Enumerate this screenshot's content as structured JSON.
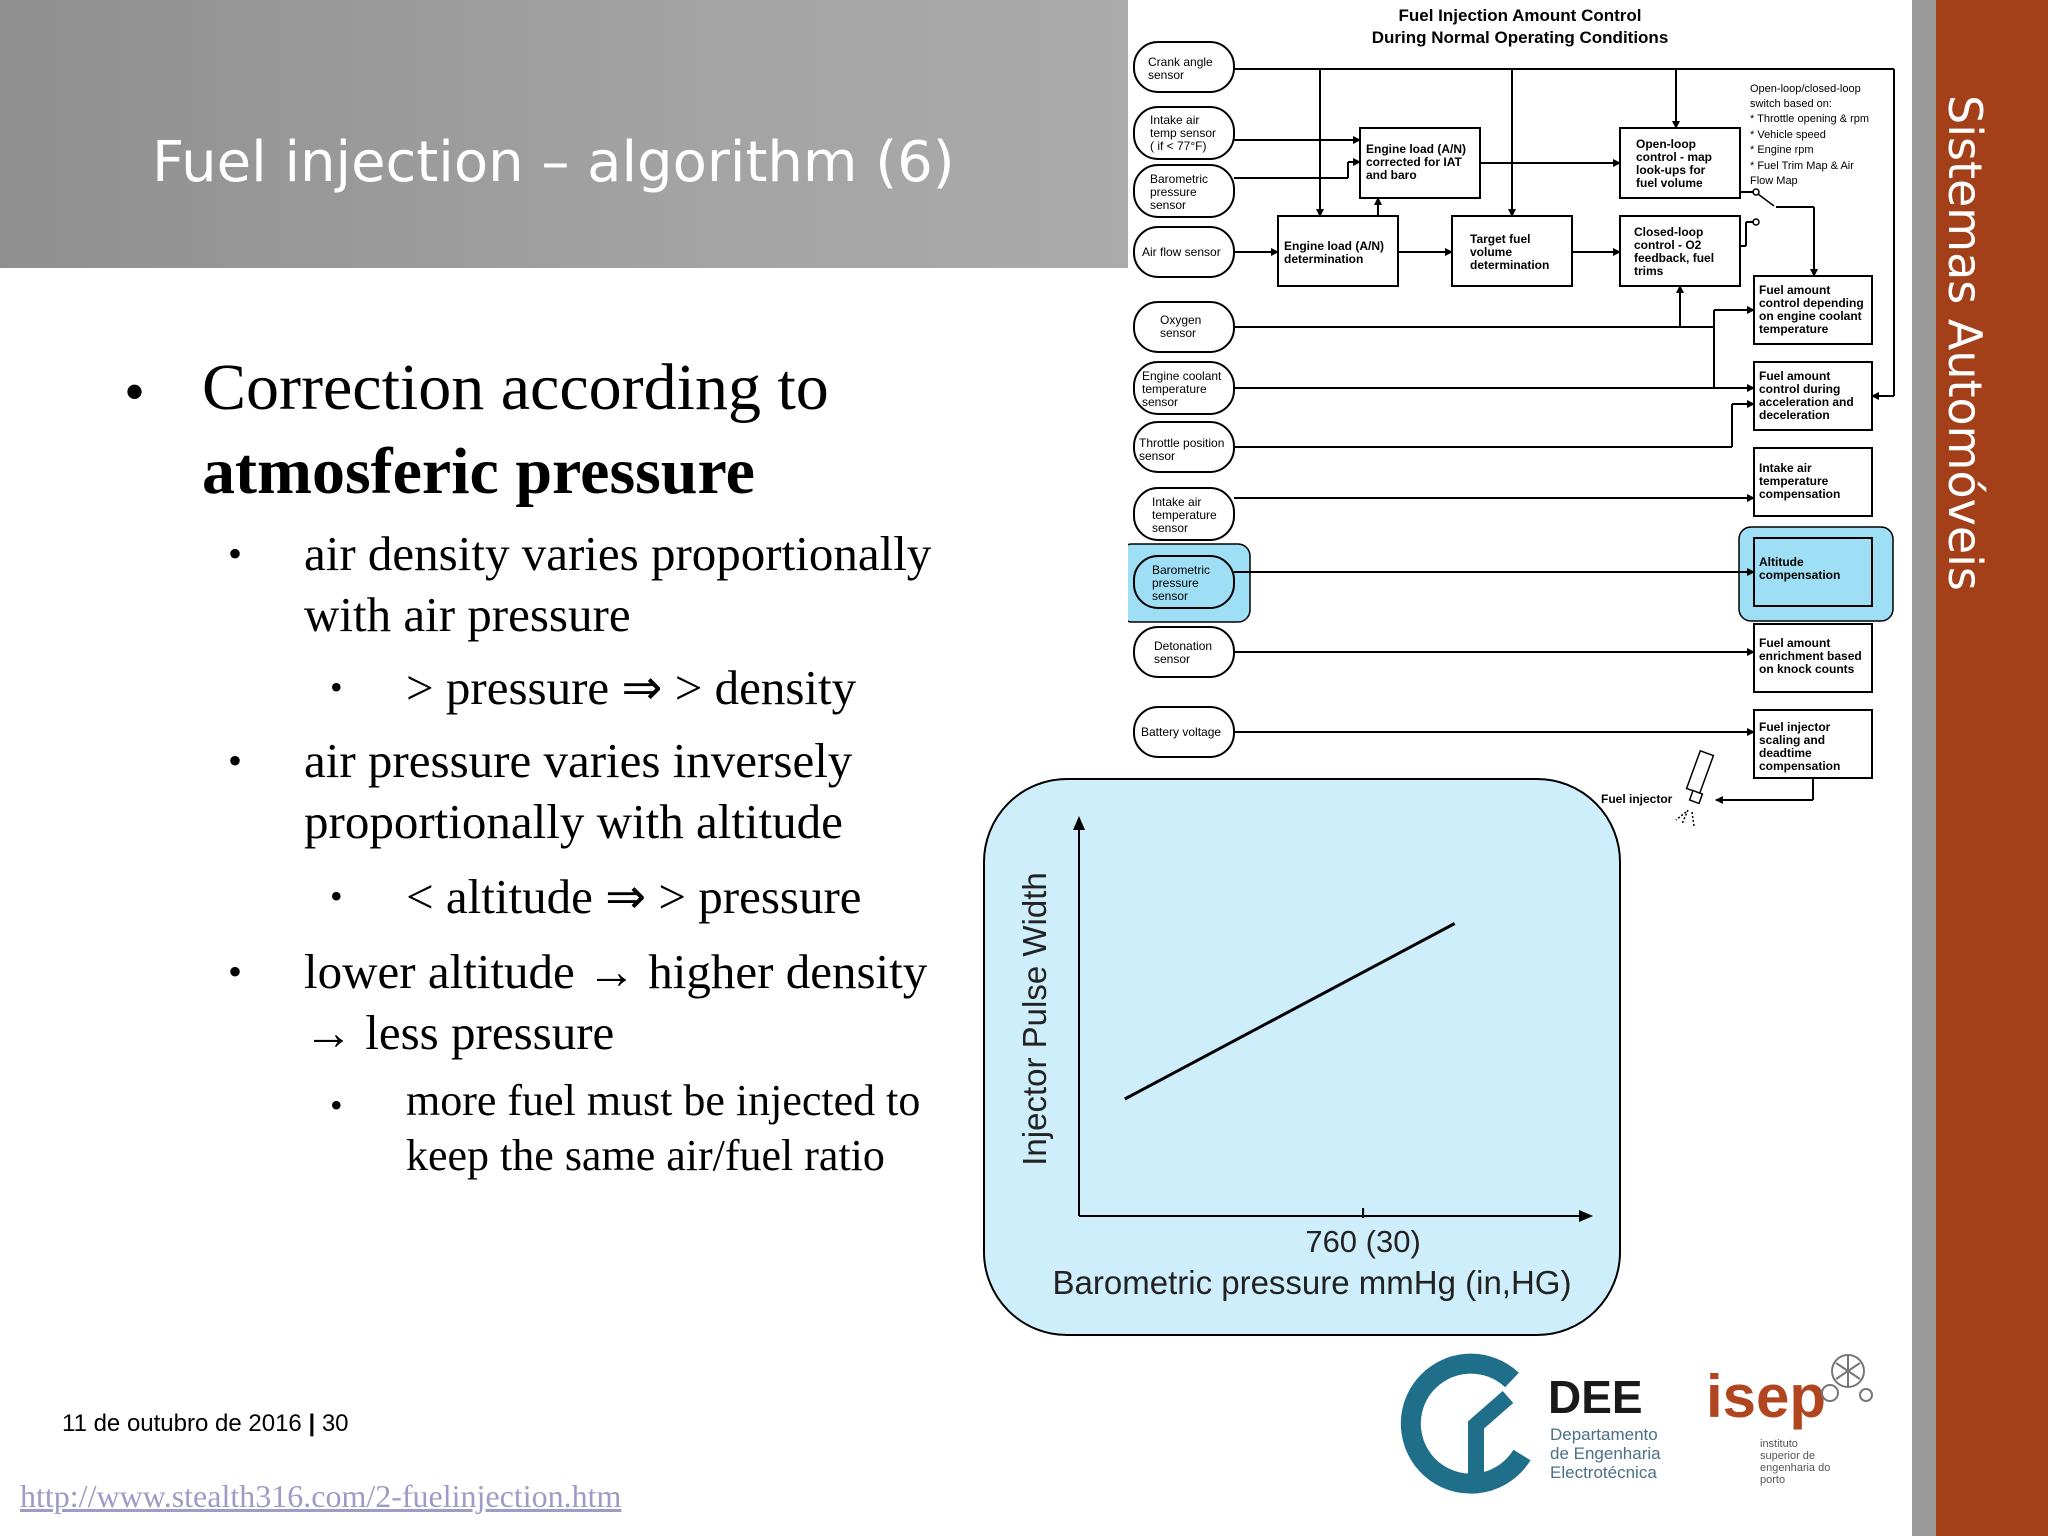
{
  "slide": {
    "title": "Fuel injection – algorithm (6)",
    "sidebar_label": "Sistemas Automóveis",
    "date": "11 de outubro de 2016",
    "separator": "|",
    "page_number": "30",
    "source_url": "http://www.stealth316.com/2-fuelinjection.htm"
  },
  "bullets": {
    "b1_line1": "Correction according to",
    "b1_line2": "atmosferic pressure",
    "b1a_line1": "air density varies proportionally",
    "b1a_line2": "with air pressure",
    "b1a1": "> pressure ⇒ > density",
    "b1b_line1": "air pressure varies inversely",
    "b1b_line2": "proportionally with altitude",
    "b1b1": "< altitude ⇒ > pressure",
    "b1c_line1": "lower altitude → higher density",
    "b1c_line2": "→ less pressure",
    "b1c1_line1": "more fuel must be injected to",
    "b1c1_line2": "keep the same air/fuel ratio"
  },
  "diagram": {
    "title_line1": "Fuel Injection Amount Control",
    "title_line2": "During Normal Operating Conditions",
    "sensors": [
      {
        "l1": "Crank angle",
        "l2": "sensor",
        "l3": ""
      },
      {
        "l1": "Intake air",
        "l2": "temp sensor",
        "l3": "( if < 77°F)"
      },
      {
        "l1": "Barometric",
        "l2": "pressure",
        "l3": "sensor"
      },
      {
        "l1": "Air flow sensor",
        "l2": "",
        "l3": ""
      },
      {
        "l1": "Oxygen",
        "l2": "sensor",
        "l3": ""
      },
      {
        "l1": "Engine coolant",
        "l2": "temperature",
        "l3": "sensor"
      },
      {
        "l1": "Throttle position",
        "l2": "sensor",
        "l3": ""
      },
      {
        "l1": "Intake air",
        "l2": "temperature",
        "l3": "sensor"
      },
      {
        "l1": "Barometric",
        "l2": "pressure",
        "l3": "sensor"
      },
      {
        "l1": "Detonation",
        "l2": "sensor",
        "l3": ""
      },
      {
        "l1": "Battery voltage",
        "l2": "",
        "l3": ""
      }
    ],
    "engine_load_corrected": [
      "Engine load (A/N)",
      "corrected for IAT",
      "and baro"
    ],
    "engine_load_determination": [
      "Engine load (A/N)",
      "determination"
    ],
    "target_fuel": [
      "Target fuel",
      "volume",
      "determination"
    ],
    "open_loop": [
      "Open-loop",
      "control - map",
      "look-ups for",
      "fuel volume"
    ],
    "closed_loop": [
      "Closed-loop",
      "control - O2",
      "feedback, fuel",
      "trims"
    ],
    "switch_note": [
      "Open-loop/closed-loop",
      "switch based on:",
      "* Throttle opening & rpm",
      "* Vehicle speed",
      "* Engine rpm",
      "* Fuel Trim Map & Air",
      "  Flow Map"
    ],
    "outputs": [
      {
        "l1": "Fuel amount",
        "l2": "control depending",
        "l3": "on engine coolant",
        "l4": "temperature"
      },
      {
        "l1": "Fuel amount",
        "l2": "control during",
        "l3": "acceleration and",
        "l4": "deceleration"
      },
      {
        "l1": "Intake air",
        "l2": "temperature",
        "l3": "compensation",
        "l4": ""
      },
      {
        "l1": "Altitude",
        "l2": "compensation",
        "l3": "",
        "l4": ""
      },
      {
        "l1": "Fuel amount",
        "l2": "enrichment based",
        "l3": "on knock counts",
        "l4": ""
      },
      {
        "l1": "Fuel injector",
        "l2": "scaling and",
        "l3": "deadtime",
        "l4": "compensation"
      }
    ],
    "fuel_injector_label": "Fuel injector"
  },
  "chart_data": {
    "type": "line",
    "ylabel": "Injector Pulse Width",
    "xlabel": "Barometric pressure mmHg (in,HG)",
    "x_tick_label": "760 (30)",
    "x_tick": 760,
    "xlim": [
      450,
      1000
    ],
    "ylim": [
      0,
      1
    ],
    "series": [
      {
        "x": [
          500,
          860
        ],
        "y": [
          0.3,
          0.75
        ]
      }
    ]
  },
  "logos": {
    "dee_text": "DEE",
    "dee_sub1": "Departamento",
    "dee_sub2": "de Engenharia",
    "dee_sub3": "Electrotécnica",
    "isep_text": "isep",
    "isep_sub1": "instituto",
    "isep_sub2": "superior de",
    "isep_sub3": "engenharia do",
    "isep_sub4": "porto"
  },
  "colors": {
    "sidebar": "#a3401a",
    "header_gray": "#9e9e9e",
    "highlight": "#9fdff5",
    "chart_bg": "#cfeefb",
    "dee_blue": "#1f6f8b",
    "isep_red": "#b0451f"
  }
}
